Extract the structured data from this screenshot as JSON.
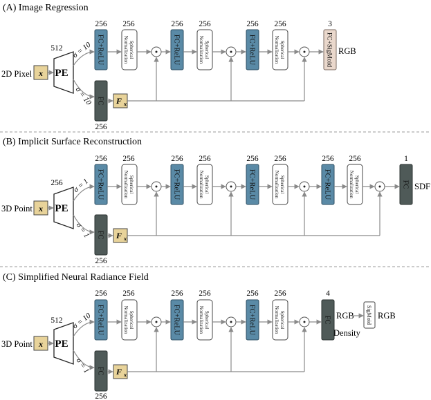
{
  "colors": {
    "fc_relu_fill": "#5a8aa6",
    "fc_dark_fill": "#4f5a58",
    "fc_sigmoid_fill": "#ead8cc",
    "input_fill": "#e8d39a",
    "arrow": "#8a8a8a",
    "divider": "#9a9a9a"
  },
  "sections": [
    {
      "title": "(A) Image Regression",
      "input_label": "2D Pixel",
      "x_symbol": "x",
      "pe_label": "PE",
      "pe_dim": "512",
      "sigma_top": "σ = 10",
      "sigma_bottom": "σ = 10",
      "fc_label": "FC",
      "fx_symbol": "F",
      "fx_sub": "x",
      "fc_dim": "256",
      "hidden": [
        {
          "fc_label": "FC+ReLU",
          "fc_dim": "256",
          "norm_line1": "Spherical",
          "norm_line2": "Normalization",
          "norm_dim": "256"
        },
        {
          "fc_label": "FC+ReLU",
          "fc_dim": "256",
          "norm_line1": "Spherical",
          "norm_line2": "Normalization",
          "norm_dim": "256"
        },
        {
          "fc_label": "FC+ReLU",
          "fc_dim": "256",
          "norm_line1": "Spherical",
          "norm_line2": "Normalization",
          "norm_dim": "256"
        }
      ],
      "output": {
        "label": "FC+SigMoid",
        "dim": "3",
        "right_label": "RGB"
      }
    },
    {
      "title": "(B) Implicit Surface Reconstruction",
      "input_label": "3D Point",
      "x_symbol": "x",
      "pe_label": "PE",
      "pe_dim": "256",
      "sigma_top": "σ = 1",
      "sigma_bottom": "σ = 1",
      "fc_label": "FC",
      "fx_symbol": "F",
      "fx_sub": "x",
      "fc_dim": "256",
      "hidden": [
        {
          "fc_label": "FC+ReLU",
          "fc_dim": "256",
          "norm_line1": "Spherical",
          "norm_line2": "Normalization",
          "norm_dim": "256"
        },
        {
          "fc_label": "FC+ReLU",
          "fc_dim": "256",
          "norm_line1": "Spherical",
          "norm_line2": "Normalization",
          "norm_dim": "256"
        },
        {
          "fc_label": "FC+ReLU",
          "fc_dim": "256",
          "norm_line1": "Spherical",
          "norm_line2": "Normalization",
          "norm_dim": "256"
        },
        {
          "fc_label": "FC+ReLU",
          "fc_dim": "256",
          "norm_line1": "Spherical",
          "norm_line2": "Normalization",
          "norm_dim": "256"
        }
      ],
      "output": {
        "label": "FC",
        "dim": "1",
        "right_label": "SDF"
      }
    },
    {
      "title": "(C) Simplified Neural Radiance Field",
      "input_label": "3D Point",
      "x_symbol": "x",
      "pe_label": "PE",
      "pe_dim": "512",
      "sigma_top": "σ = 10",
      "sigma_bottom": "σ = 1",
      "fc_label": "FC",
      "fx_symbol": "F",
      "fx_sub": "x",
      "fc_dim": "256",
      "hidden": [
        {
          "fc_label": "FC+ReLU",
          "fc_dim": "256",
          "norm_line1": "Spherical",
          "norm_line2": "Normalization",
          "norm_dim": "256"
        },
        {
          "fc_label": "FC+ReLU",
          "fc_dim": "256",
          "norm_line1": "Spherical",
          "norm_line2": "Normalization",
          "norm_dim": "256"
        },
        {
          "fc_label": "FC+ReLU",
          "fc_dim": "256",
          "norm_line1": "Spherical",
          "norm_line2": "Normalization",
          "norm_dim": "256"
        }
      ],
      "output": {
        "label": "FC",
        "dim": "4",
        "right_label": "RGB",
        "right_label2": "Density",
        "extra_box": "SigMoid",
        "extra_right": "RGB"
      }
    }
  ]
}
